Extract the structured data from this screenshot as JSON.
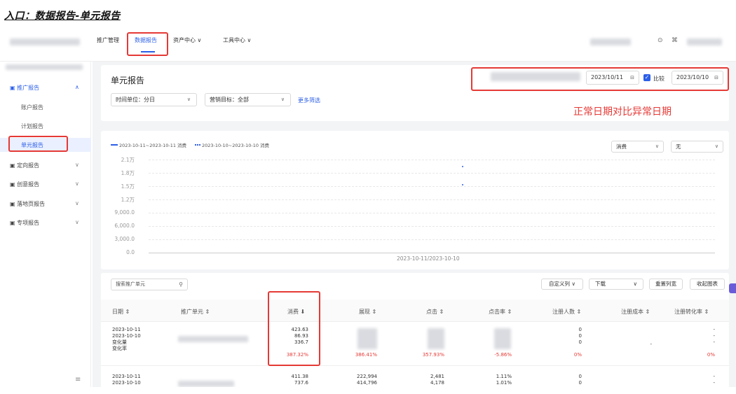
{
  "caption": "入口：数据报告-单元报告",
  "topnav": {
    "items": [
      "推广管理",
      "数据报告",
      "资产中心 ∨",
      "工具中心 ∨"
    ],
    "active": "数据报告"
  },
  "sidebar": {
    "groups": [
      {
        "label": "推广报告",
        "expanded": true,
        "chev": "∧"
      },
      {
        "label": "定向报告",
        "chev": "∨"
      },
      {
        "label": "创意报告",
        "chev": "∨"
      },
      {
        "label": "落地页报告",
        "chev": "∨"
      },
      {
        "label": "专项报告",
        "chev": "∨"
      }
    ],
    "sub": [
      "账户报告",
      "计划报告",
      "单元报告"
    ],
    "active_sub": "单元报告",
    "collapse_icon": "≡"
  },
  "page": {
    "title": "单元报告",
    "time_unit": "时间单位：分日",
    "marketing_goal": "营销目标：全部",
    "more_filter": "更多筛选",
    "date1": "2023/10/11",
    "compare_label": "比较",
    "date2": "2023/10/10",
    "annotation": "正常日期对比异常日期"
  },
  "chart": {
    "legend": [
      "2023-10-11~2023-10-11 消费",
      "2023-10-10~2023-10-10 消费"
    ],
    "metric_select": "消费",
    "compare_select": "无",
    "xlabel": "2023-10-11/2023-10-10"
  },
  "chart_data": {
    "type": "line",
    "yticks": [
      "2.1万",
      "1.8万",
      "1.5万",
      "1.2万",
      "9,000.0",
      "6,000.0",
      "3,000.0",
      "0.0"
    ],
    "x": [
      "2023-10-11/2023-10-10"
    ],
    "series": [
      {
        "name": "2023-10-11~2023-10-11 消费",
        "values": [
          19500
        ],
        "color": "#2c5fe8"
      },
      {
        "name": "2023-10-10~2023-10-10 消费",
        "values": [
          15300
        ],
        "color": "#2c5fe8"
      }
    ],
    "ylim": [
      0,
      21000
    ]
  },
  "table": {
    "search_placeholder": "搜索推广单元",
    "toolbar": [
      "自定义列",
      "下载",
      "重置列宽",
      "收起图表"
    ],
    "headers": [
      "日期 ⇕",
      "推广单元 ⇕",
      "消费 ⬇",
      "展现 ⇕",
      "点击 ⇕",
      "点击率 ⇕",
      "注册人数 ⇕",
      "注册成本 ⇕",
      "注册转化率 ⇕"
    ],
    "row1": {
      "dates": "2023-10-11\n2023-10-10\n变化量\n变化率",
      "cost": "423.63\n86.93\n336.7",
      "cost_rate": "387.32%",
      "impr_rate": "386.41%",
      "click_rate": "357.93%",
      "ctr_rate": "-5.86%",
      "reg": "0\n0\n0",
      "reg_rate": "0%",
      "reg_cost": "-",
      "conv": "-\n-\n-",
      "conv_rate": "0%"
    },
    "row2": {
      "dates": "2023-10-11\n2023-10-10",
      "cost": "411.38\n737.6",
      "impr": "222,994\n414,796",
      "click": "2,481\n4,178",
      "ctr": "1.11%\n1.01%",
      "reg": "0\n0",
      "conv": "-\n-"
    }
  }
}
